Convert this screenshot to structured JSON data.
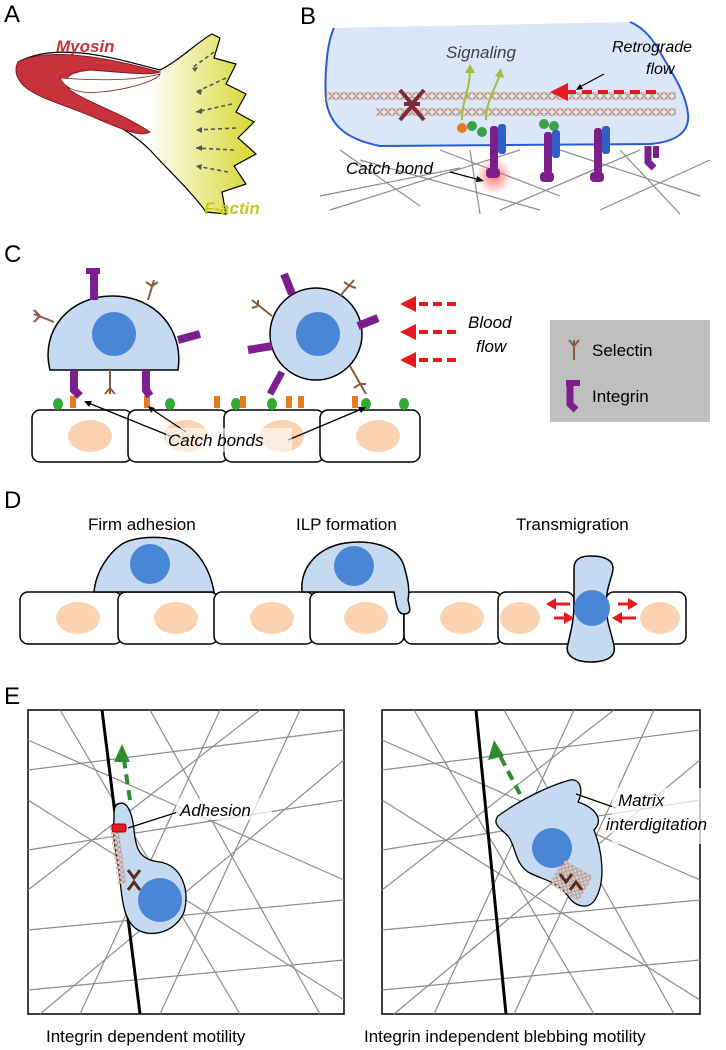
{
  "panel_letters": {
    "a": "A",
    "b": "B",
    "c": "C",
    "d": "D",
    "e": "E"
  },
  "panel_a": {
    "myosin": "Myosin",
    "factin": "F-actin"
  },
  "panel_b": {
    "signaling": "Signaling",
    "retrograde_line1": "Retrograde",
    "retrograde_line2": "flow",
    "catch_bond": "Catch bond"
  },
  "panel_c": {
    "blood_line1": "Blood",
    "blood_line2": "flow",
    "catch_bonds": "Catch bonds",
    "legend": {
      "selectin": "Selectin",
      "integrin": "Integrin"
    }
  },
  "panel_d": {
    "firm_adhesion": "Firm adhesion",
    "ilp_formation": "ILP formation",
    "transmigration": "Transmigration"
  },
  "panel_e": {
    "adhesion": "Adhesion",
    "matrix_line1": "Matrix",
    "matrix_line2": "interdigitation",
    "left_caption": "Integrin dependent motility",
    "right_caption": "Integrin independent blebbing motility"
  },
  "colors": {
    "myosin": "#c8323c",
    "factin": "#c8c820",
    "cell_fill": "#c5d9f1",
    "cell_stroke": "#1f4e9a",
    "nucleus": "#4a86d6",
    "endo_nucleus": "#fbd3b2",
    "integrin": "#7a1f8c",
    "integrin_blue": "#2f5fc4",
    "flow_arrow": "#e8191e",
    "migration_arrow": "#2e8b2e",
    "legend_bg": "#bfbfbf"
  }
}
